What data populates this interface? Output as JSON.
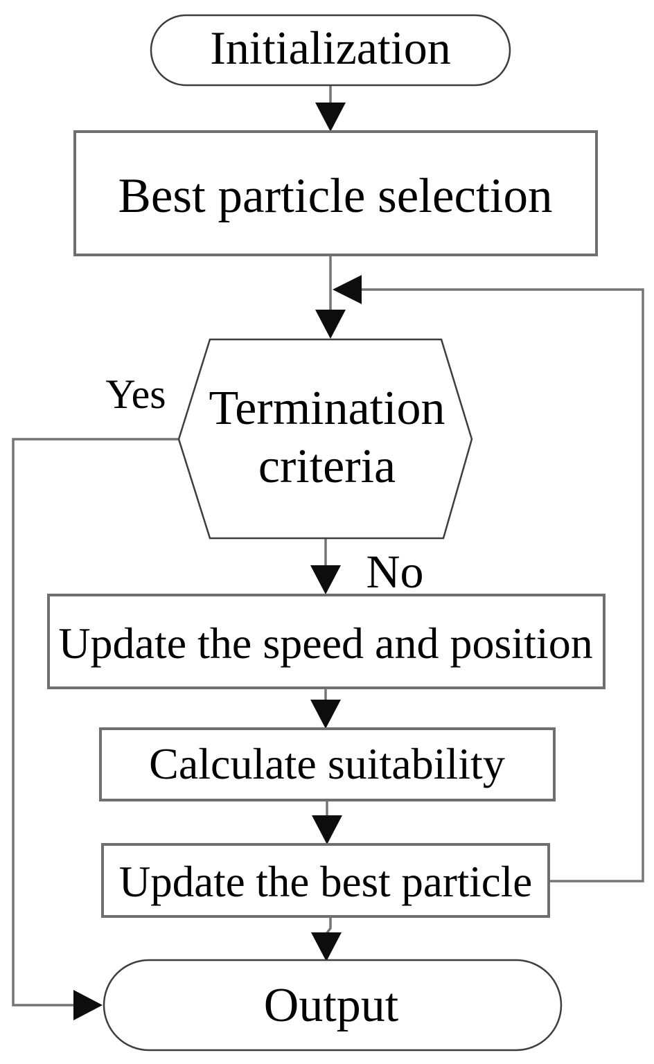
{
  "diagram": {
    "type": "flowchart",
    "nodes": {
      "initialization": {
        "label": "Initialization",
        "shape": "stadium"
      },
      "best_particle_selection": {
        "label": "Best particle selection",
        "shape": "rectangle"
      },
      "termination_criteria": {
        "label_line1": "Termination",
        "label_line2": "criteria",
        "shape": "hexagon"
      },
      "update_speed_position": {
        "label": "Update the speed and position",
        "shape": "rectangle"
      },
      "calculate_suitability": {
        "label": "Calculate suitability",
        "shape": "rectangle"
      },
      "update_best_particle": {
        "label": "Update the best particle",
        "shape": "rectangle"
      },
      "output": {
        "label": "Output",
        "shape": "stadium"
      }
    },
    "branches": {
      "yes_label": "Yes",
      "no_label": "No"
    },
    "colors": {
      "background": "#ffffff",
      "node_fill": "#ffffff",
      "rect_stroke": "#6f6f6f",
      "outline_stroke": "#3d3d3d",
      "connector_stroke": "#757575",
      "arrowhead_fill": "#0d0d0d",
      "text_color": "#000000"
    }
  }
}
